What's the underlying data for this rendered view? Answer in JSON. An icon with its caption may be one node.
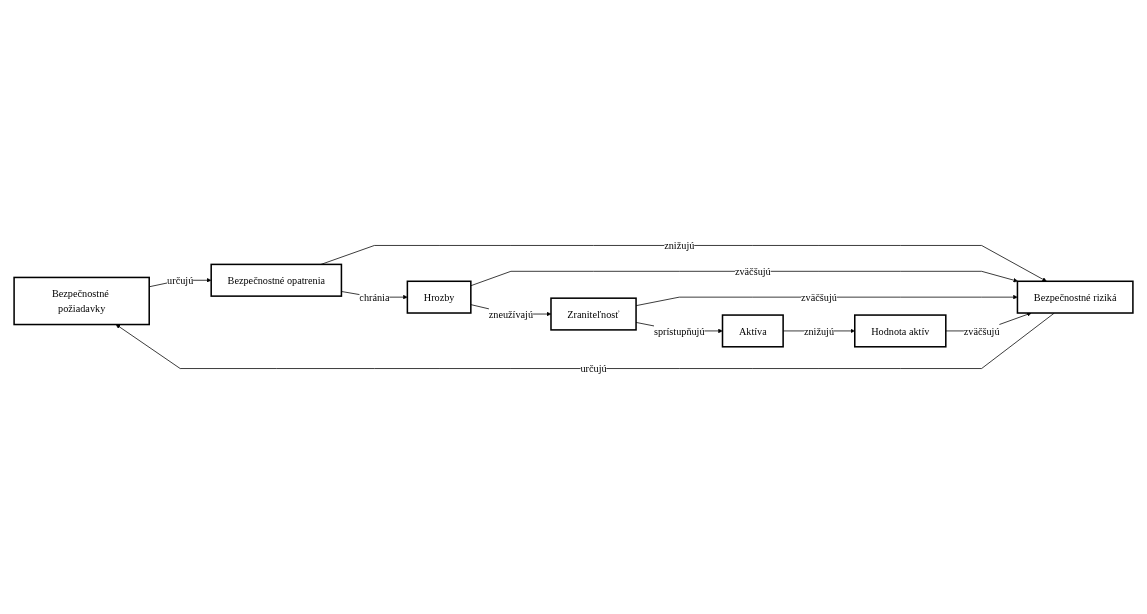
{
  "diagram": {
    "nodes": [
      {
        "text": [
          "Bezpečnostné požiadavky"
        ]
      },
      {
        "text": [
          "Hodnota aktív"
        ]
      },
      {
        "text": [
          "Bezpečnostné opatrenia"
        ]
      },
      {
        "text": [
          "Bezpečnostné riziká"
        ]
      },
      {
        "text": [
          "Aktíva"
        ]
      },
      {
        "text": [
          "Hrozby"
        ]
      },
      {
        "text": [
          "Zraniteľnosť"
        ]
      }
    ],
    "edges": [
      {
        "from": 0,
        "to": 2,
        "label": "určujú",
        "arrow": "to"
      },
      {
        "from": 3,
        "to": 0,
        "label": "určujú",
        "arrow": "to"
      },
      {
        "from": 1,
        "to": 3,
        "label": "zväčšujú",
        "arrow": "to"
      },
      {
        "from": 4,
        "to": 1,
        "label": "znižujú",
        "arrow": "to"
      },
      {
        "from": 2,
        "to": 3,
        "label": "znižujú",
        "arrow": "to"
      },
      {
        "from": 2,
        "to": 5,
        "label": "chránia",
        "arrow": "to"
      },
      {
        "from": 5,
        "to": 3,
        "label": "zväčšujú",
        "arrow": "to"
      },
      {
        "from": 6,
        "to": 3,
        "label": "zväčšujú",
        "arrow": "to"
      },
      {
        "from": 6,
        "to": 4,
        "label": "sprístupňujú",
        "arrow": "to"
      },
      {
        "from": 5,
        "to": 6,
        "label": "zneužívajú",
        "arrow": "to"
      }
    ]
  }
}
